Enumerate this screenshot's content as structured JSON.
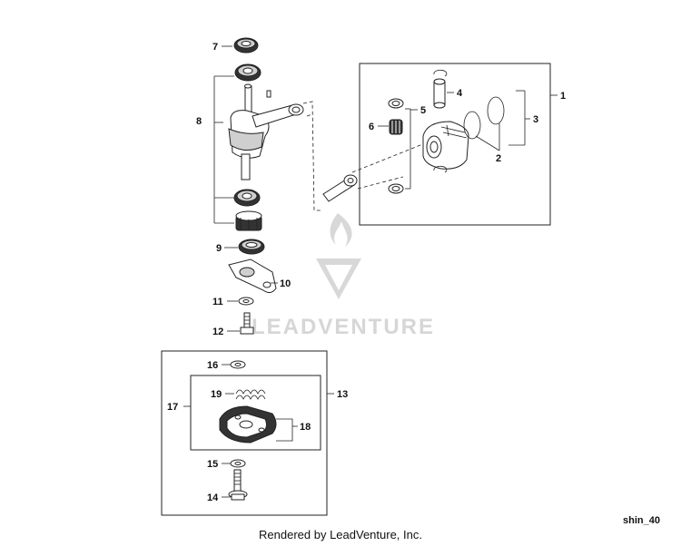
{
  "diagram": {
    "watermark": "LEADVENTURE",
    "callouts": {
      "c1": "1",
      "c2": "2",
      "c3": "3",
      "c4": "4",
      "c5": "5",
      "c6": "6",
      "c7": "7",
      "c8": "8",
      "c9": "9",
      "c10": "10",
      "c11": "11",
      "c12": "12",
      "c13": "13",
      "c14": "14",
      "c15": "15",
      "c16": "16",
      "c17": "17",
      "c18": "18",
      "c19": "19"
    },
    "diagram_id": "shin_40",
    "footer": "Rendered by LeadVenture, Inc."
  }
}
